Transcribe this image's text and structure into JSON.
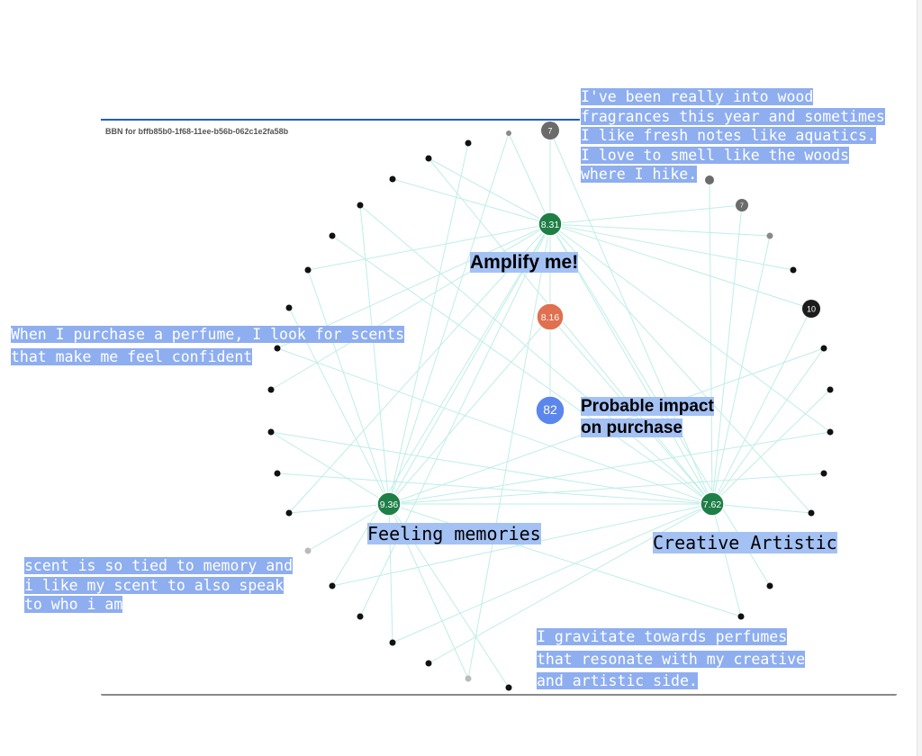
{
  "title": "BBN for bffb85b0-1f68-11ee-b56b-062c1e2fa58b",
  "center_score": "8.31",
  "center_label": "Amplify me!",
  "mid_score": "8.16",
  "impact_score": "82",
  "impact_label_line1": "Probable impact",
  "impact_label_line2": "on purchase",
  "left_score": "9.36",
  "left_label": "Feeling memories",
  "right_score": "7.62",
  "right_label": "Creative Artistic",
  "quotes": {
    "top_right": [
      "I've been really into wood",
      "fragrances this year and sometimes",
      "I like fresh notes like aquatics.",
      "I love to smell like the woods",
      "where I hike."
    ],
    "left": [
      "When I purchase a perfume, I look for scents",
      "that make me feel confident"
    ],
    "bottom_left": [
      "scent is so tied to memory and",
      "i like my scent to also speak",
      "to who i am"
    ],
    "bottom_right": [
      "I gravitate towards perfumes",
      "that resonate with my creative",
      "and artistic side."
    ]
  },
  "satellite_nodes": [
    {
      "label": "7",
      "color": "#6b6b6b"
    },
    {
      "label": "7",
      "color": "#6b6b6b"
    },
    {
      "label": "7",
      "color": "#6b6b6b"
    },
    {
      "label": "10",
      "color": "#1c1c1c"
    }
  ],
  "colors": {
    "green": "#1e7f46",
    "orange": "#e07050",
    "blue": "#5b86ec",
    "edge": "#bfeee6",
    "highlight": "#a4c1f4"
  }
}
